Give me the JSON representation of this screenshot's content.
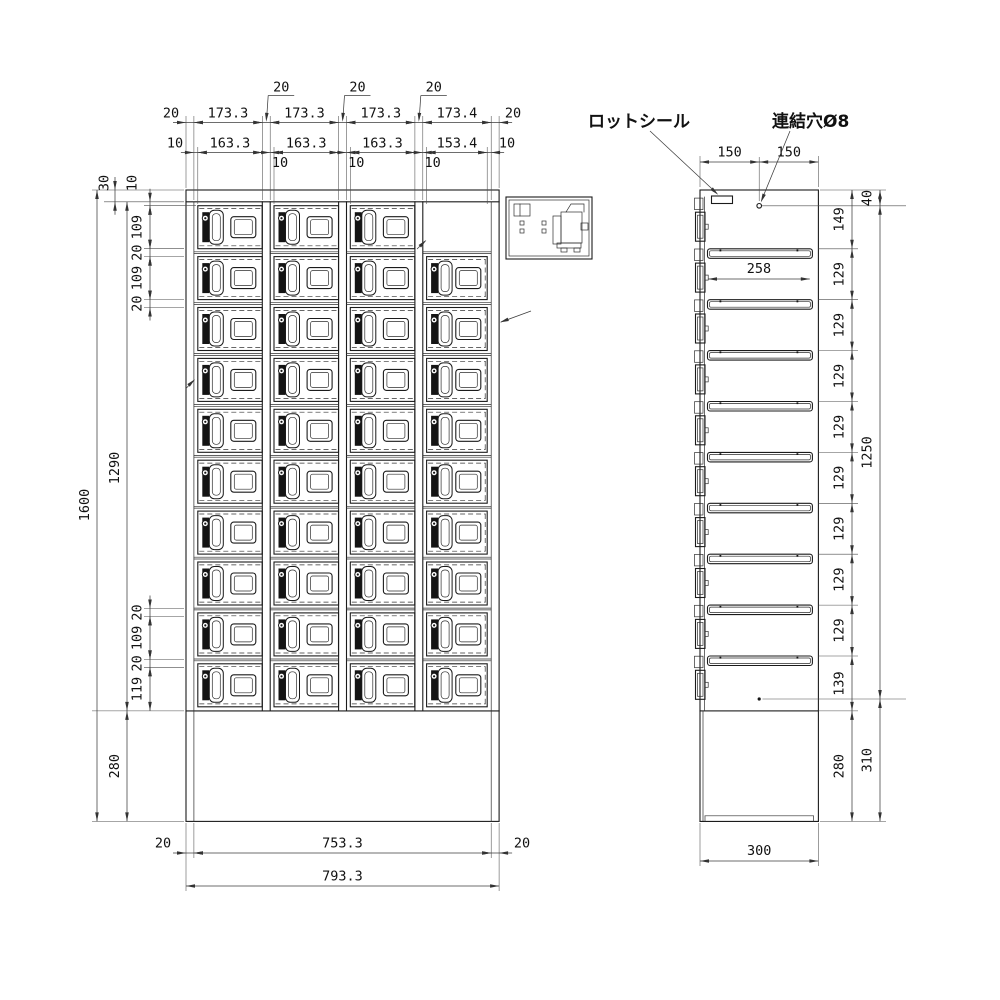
{
  "front": {
    "grid": {
      "cols": 4,
      "rows": 10
    },
    "top_chain": {
      "wall_l": "20",
      "col1": "173.3",
      "col2": "173.3",
      "col3": "173.3",
      "col4": "173.4",
      "wall_r": "20"
    },
    "sep_callouts": [
      "20",
      "20",
      "20"
    ],
    "door_chain": {
      "m_l": "10",
      "d1": "163.3",
      "d2": "163.3",
      "d3": "163.3",
      "d4": "153.4",
      "m_r": "10"
    },
    "sep_margins": [
      "10",
      "10",
      "10"
    ],
    "left_chain": {
      "overall": "1600",
      "body": "1290",
      "top_frame": "30",
      "top_segs": [
        "10",
        "109",
        "20",
        "109",
        "20"
      ],
      "bottom_segs": [
        "20",
        "109",
        "20",
        "119"
      ],
      "base": "280"
    },
    "bottom_chain": {
      "inset_l": "20",
      "inner": "753.3",
      "inset_r": "20",
      "overall": "793.3"
    }
  },
  "side": {
    "lot_seal_label": "ロットシール",
    "link_hole_label": "連結穴Ø8",
    "top_segs": [
      "150",
      "150"
    ],
    "shelf_depth": "258",
    "row_segs": [
      "149",
      "129",
      "129",
      "129",
      "129",
      "129",
      "129",
      "129",
      "129",
      "139",
      "280"
    ],
    "outer_segs": [
      "40",
      "1250",
      "310"
    ],
    "depth": "300"
  }
}
